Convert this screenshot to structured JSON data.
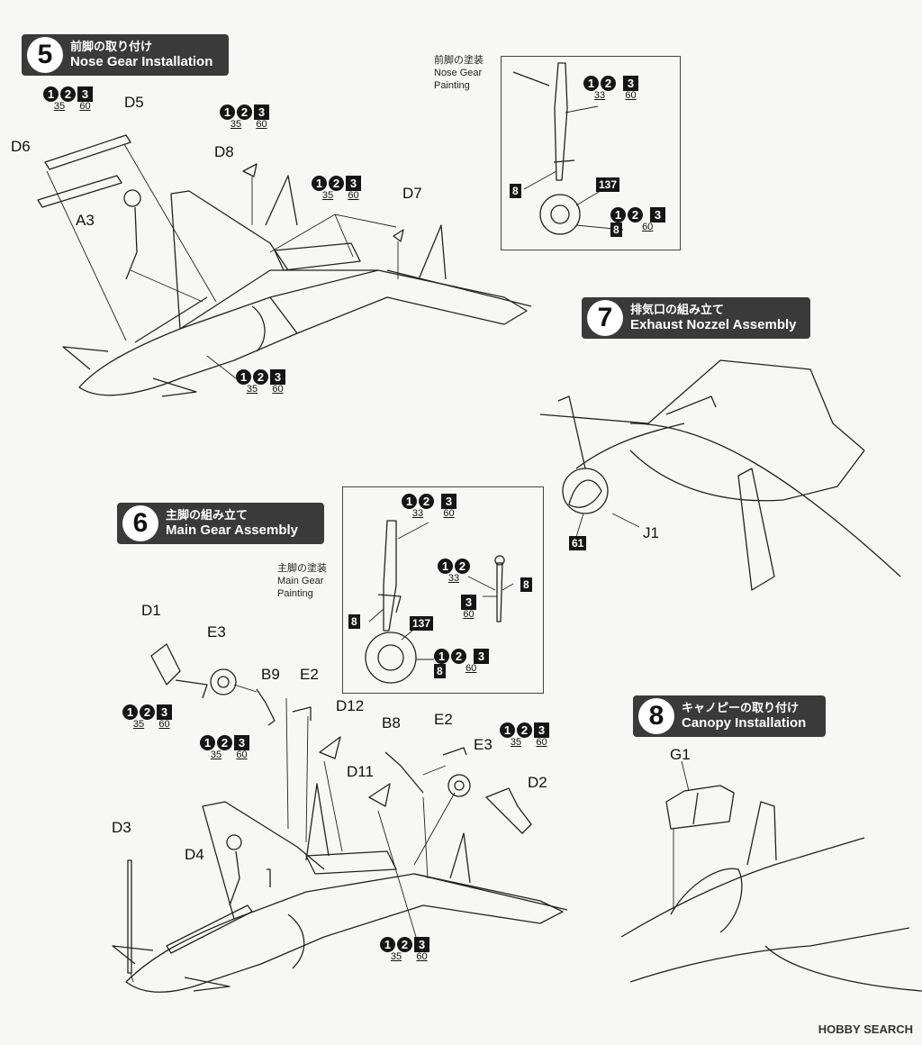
{
  "steps": {
    "s5": {
      "num": "5",
      "jp": "前脚の取り付け",
      "en": "Nose Gear Installation"
    },
    "s6": {
      "num": "6",
      "jp": "主脚の組み立て",
      "en": "Main Gear Assembly"
    },
    "s7": {
      "num": "7",
      "jp": "排気口の組み立て",
      "en": "Exhaust Nozzel Assembly"
    },
    "s8": {
      "num": "8",
      "jp": "キャノピーの取り付け",
      "en": "Canopy Installation"
    }
  },
  "parts": {
    "d5": "D5",
    "d6": "D6",
    "a3": "A3",
    "d8": "D8",
    "d7": "D7",
    "j1": "J1",
    "d1": "D1",
    "e3a": "E3",
    "b9": "B9",
    "e2a": "E2",
    "d12": "D12",
    "b8": "B8",
    "e2b": "E2",
    "e3b": "E3",
    "d2": "D2",
    "d11": "D11",
    "d3": "D3",
    "d4": "D4",
    "g1": "G1"
  },
  "paint": {
    "k1": "1",
    "k2": "2",
    "k3": "3",
    "c35": "35",
    "c60": "60",
    "c33": "33",
    "c8": "8",
    "c137": "137",
    "c61": "61"
  },
  "painting": {
    "nose_jp": "前脚の塗装",
    "nose_en1": "Nose Gear",
    "nose_en2": "Painting",
    "main_jp": "主脚の塗装",
    "main_en1": "Main Gear",
    "main_en2": "Painting"
  },
  "watermark": "HOBBY SEARCH"
}
